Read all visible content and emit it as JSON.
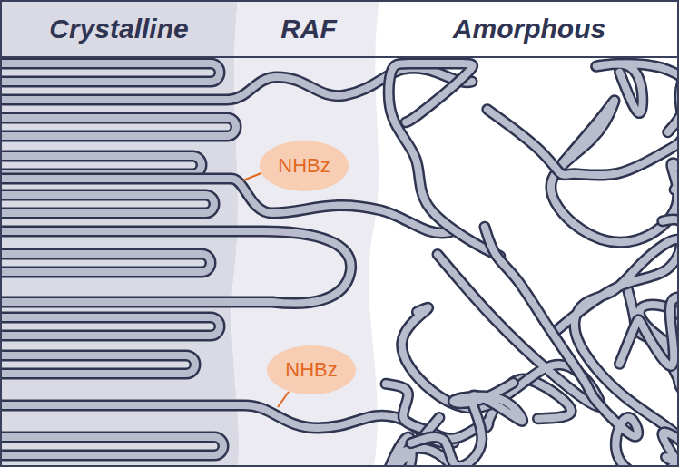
{
  "diagram": {
    "nodes": [
      {
        "text": [
          "Crystalline"
        ]
      },
      {
        "text": [
          "RAF"
        ]
      },
      {
        "text": [
          "Amorphous"
        ]
      },
      {
        "text": [
          "NHBz"
        ],
        "in": 1
      },
      {
        "text": [
          "NHBz"
        ],
        "in": 1
      }
    ]
  }
}
